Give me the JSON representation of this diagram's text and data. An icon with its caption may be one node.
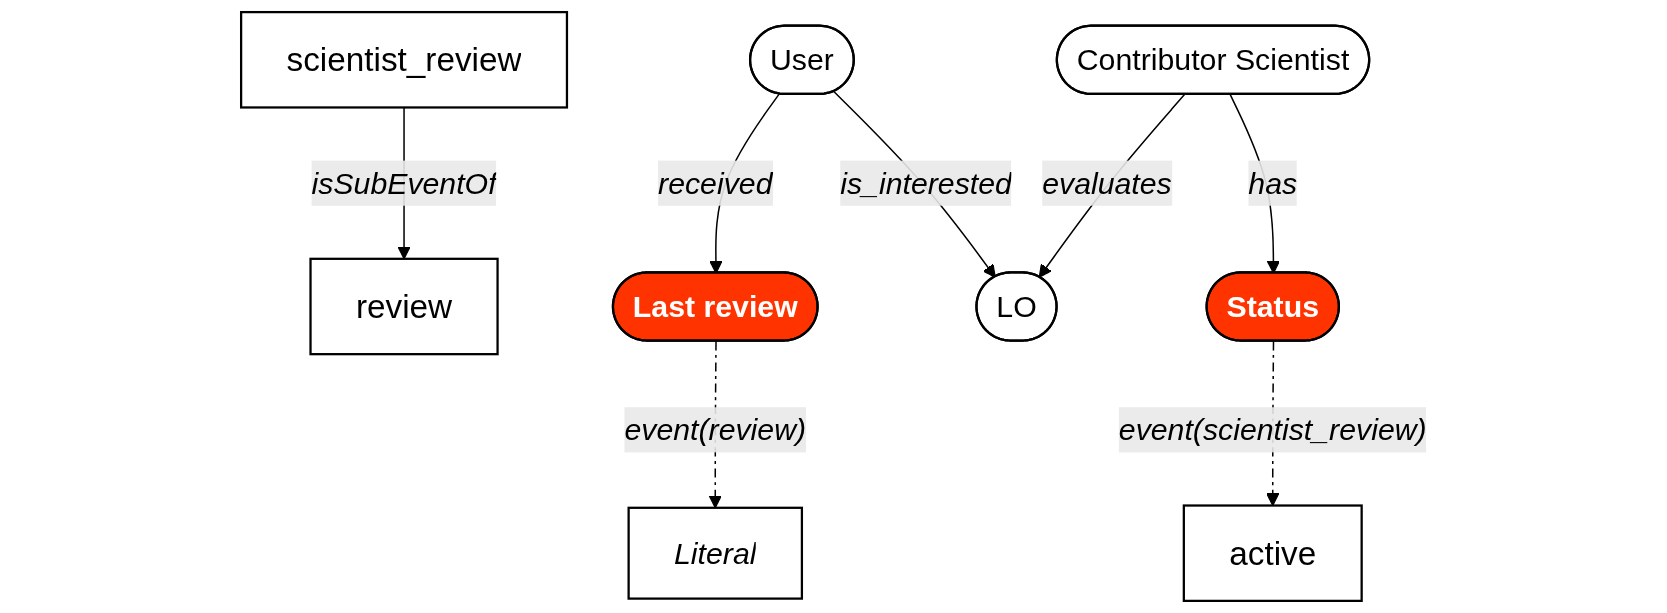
{
  "diagram": {
    "nodes": [
      {
        "text": [
          "review"
        ]
      },
      {
        "text": [
          "scientist_review"
        ]
      },
      {
        "text": [
          "User"
        ]
      },
      {
        "text": [
          "Contributor Scientist"
        ]
      },
      {
        "text": [
          "LO"
        ]
      },
      {
        "text": [
          "Last review"
        ]
      },
      {
        "text": [
          "Status"
        ]
      },
      {
        "text": [
          "Literal"
        ]
      },
      {
        "text": [
          "active"
        ]
      }
    ],
    "edges": [
      {
        "from": 1,
        "to": 0,
        "arrow": "to",
        "label": "isSubEventOf"
      },
      {
        "from": 2,
        "to": 5,
        "arrow": "to",
        "label": "received"
      },
      {
        "from": 2,
        "to": 4,
        "arrow": "to",
        "label": "is_interested"
      },
      {
        "from": 3,
        "to": 4,
        "arrow": "to",
        "label": "evaluates"
      },
      {
        "from": 3,
        "to": 6,
        "arrow": "to",
        "label": "has"
      },
      {
        "from": 5,
        "to": 7,
        "arrow": "to",
        "label": "event(review)",
        "style": "dashed"
      },
      {
        "from": 6,
        "to": 8,
        "arrow": "to",
        "label": "event(scientist_review)",
        "style": "dashed"
      }
    ]
  }
}
